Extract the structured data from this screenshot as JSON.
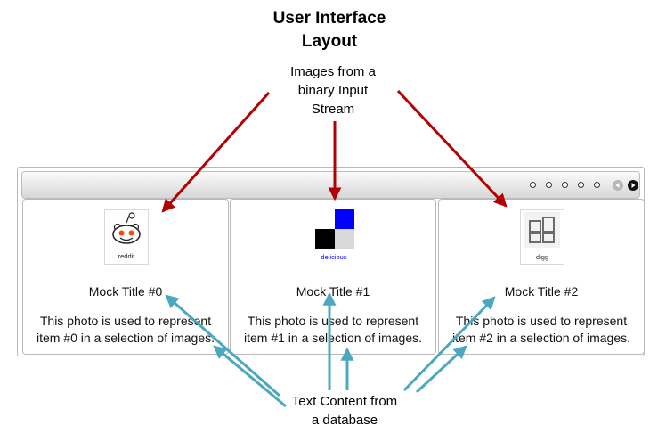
{
  "diagram": {
    "title_line1": "User Interface",
    "title_line2": "Layout",
    "top_annotation": {
      "line1": "Images from a",
      "line2": "binary Input",
      "line3": "Stream"
    },
    "bottom_annotation": {
      "line1": "Text Content from",
      "line2": "a database"
    },
    "colors": {
      "red_arrow": "#b30000",
      "blue_arrow": "#4aa8bf"
    }
  },
  "carousel": {
    "navigation": {
      "dots": [
        "page-dot",
        "page-dot",
        "page-dot",
        "page-dot",
        "page-dot"
      ],
      "prev_icon": "prev-arrow-icon",
      "next_icon": "next-arrow-icon"
    },
    "cards": [
      {
        "image_label": "reddit",
        "title": "Mock Title #0",
        "desc_line1": "This photo is used to represent",
        "desc_line2": "item #0 in a selection of images."
      },
      {
        "image_label": "delicious",
        "title": "Mock Title #1",
        "desc_line1": "This photo is used to represent",
        "desc_line2": "item #1 in a selection of images."
      },
      {
        "image_label": "digg",
        "title": "Mock Title #2",
        "desc_line1": "This photo is used to represent",
        "desc_line2": "item #2 in a selection of images."
      }
    ]
  }
}
